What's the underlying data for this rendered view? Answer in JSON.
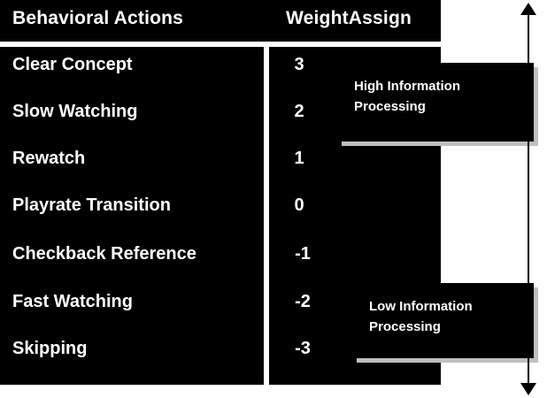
{
  "table": {
    "headers": {
      "actions": "Behavioral Actions",
      "weight": "WeightAssign"
    },
    "rows": [
      {
        "action": "Clear Concept",
        "weight": "3"
      },
      {
        "action": "Slow Watching",
        "weight": "2"
      },
      {
        "action": "Rewatch",
        "weight": "1"
      },
      {
        "action": "Playrate Transition",
        "weight": "0"
      },
      {
        "action": "Checkback Reference",
        "weight": "-1"
      },
      {
        "action": "Fast Watching",
        "weight": "-2"
      },
      {
        "action": "Skipping",
        "weight": "-3"
      }
    ]
  },
  "callouts": {
    "high": {
      "line1": "High Information",
      "line2": "Processing"
    },
    "low": {
      "line1": "Low Information",
      "line2": "Processing"
    }
  },
  "arrow": {
    "name": "information-processing-axis"
  },
  "colors": {
    "panel": "#000000",
    "text": "#ffffff",
    "shadow": "#bfbfbf",
    "background": "#ffffff"
  }
}
